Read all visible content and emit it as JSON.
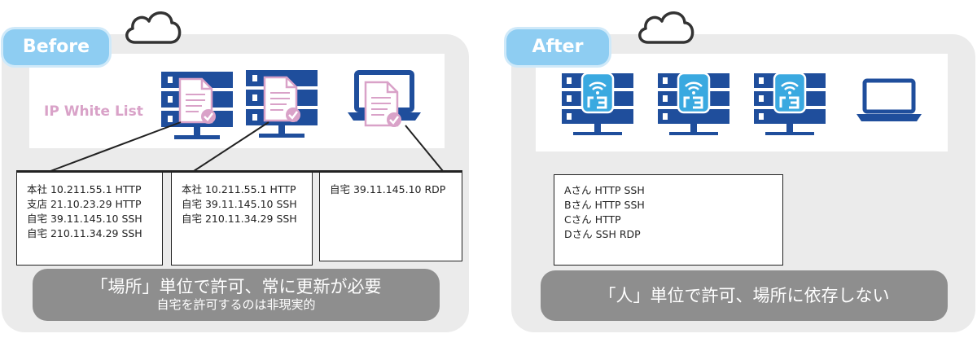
{
  "before": {
    "tag": "Before",
    "ip_white_list_label": "IP White List",
    "boxes": [
      {
        "lines": [
          "本社 10.211.55.1 HTTP",
          "支店 21.10.23.29 HTTP",
          "自宅 39.11.145.10 SSH",
          "自宅 210.11.34.29 SSH"
        ]
      },
      {
        "lines": [
          "本社 10.211.55.1 HTTP",
          "自宅 39.11.145.10 SSH",
          "自宅 210.11.34.29 SSH"
        ]
      },
      {
        "lines": [
          "自宅 39.11.145.10 RDP"
        ]
      }
    ],
    "banner_main": "「場所」単位で許可、常に更新が必要",
    "banner_sub": "自宅を許可するのは非現実的"
  },
  "after": {
    "tag": "After",
    "box_lines": [
      "Aさん HTTP SSH",
      "Bさん HTTP SSH",
      "Cさん HTTP",
      "Dさん SSH RDP"
    ],
    "banner": "「人」単位で許可、場所に依存しない"
  },
  "icons": {
    "cloud": "cloud-icon",
    "server": "server-icon",
    "laptop": "laptop-icon",
    "document": "document-check-icon",
    "r3": "r3-wifi-badge-icon"
  },
  "colors": {
    "panel_bg": "#ebebeb",
    "tag_bg": "#8ecdf2",
    "server_blue": "#1f4e9c",
    "doc_pink": "#d9a2c8",
    "r3_blue": "#3aa9e0",
    "banner_bg": "#8e8e8e"
  }
}
